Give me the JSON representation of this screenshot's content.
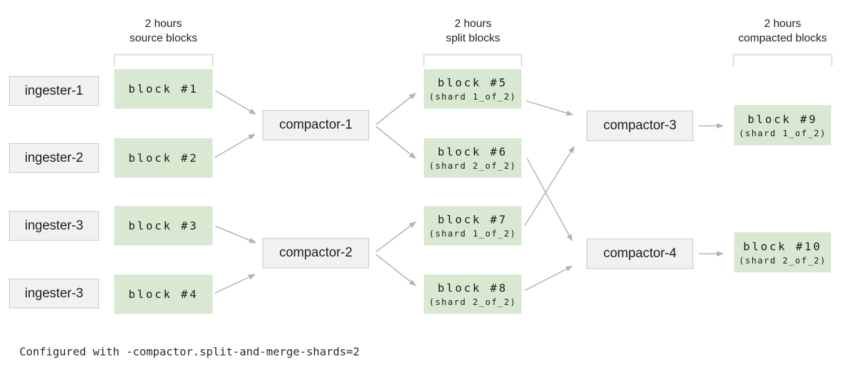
{
  "diagram": {
    "column_headers": [
      {
        "line1": "2 hours",
        "line2": "source blocks"
      },
      {
        "line1": "2 hours",
        "line2": "split blocks"
      },
      {
        "line1": "2 hours",
        "line2": "compacted blocks"
      }
    ],
    "ingesters": [
      "ingester-1",
      "ingester-2",
      "ingester-3",
      "ingester-3"
    ],
    "source_blocks": [
      "block #1",
      "block #2",
      "block #3",
      "block #4"
    ],
    "stage1_compactors": [
      "compactor-1",
      "compactor-2"
    ],
    "split_blocks": [
      {
        "label": "block #5",
        "shard": "(shard 1_of_2)"
      },
      {
        "label": "block #6",
        "shard": "(shard 2_of_2)"
      },
      {
        "label": "block #7",
        "shard": "(shard 1_of_2)"
      },
      {
        "label": "block #8",
        "shard": "(shard 2_of_2)"
      }
    ],
    "stage2_compactors": [
      "compactor-3",
      "compactor-4"
    ],
    "compacted_blocks": [
      {
        "label": "block #9",
        "shard": "(shard 1_of_2)"
      },
      {
        "label": "block #10",
        "shard": "(shard 2_of_2)"
      }
    ]
  },
  "footer": {
    "text": "Configured with -compactor.split-and-merge-shards=2"
  },
  "colors": {
    "block_green": "#d9e8d1",
    "node_gray_fill": "#f1f1f1",
    "node_gray_border": "#c9c9c9",
    "arrow_gray": "#b2b2b2",
    "bracket_gray": "#d7d7d7",
    "text_dark": "#1c1c1c"
  }
}
